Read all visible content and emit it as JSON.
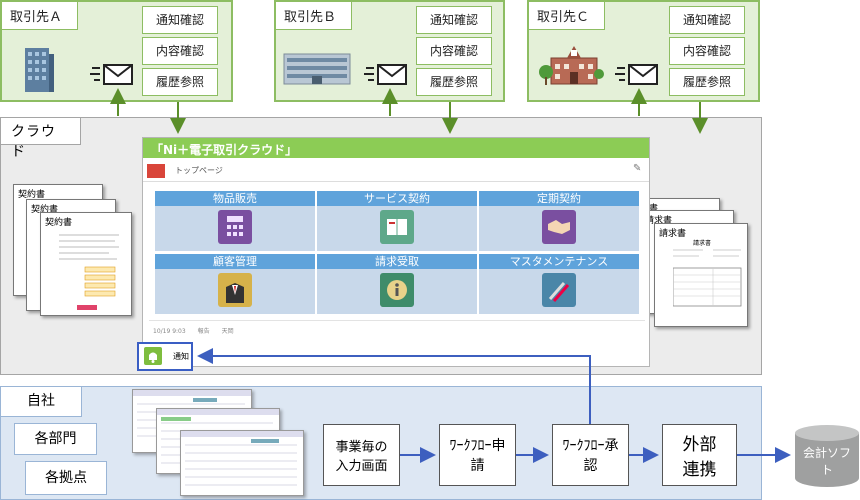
{
  "partners": [
    {
      "name": "取引先Ａ",
      "buttons": [
        "通知確認",
        "内容確認",
        "履歴参照"
      ]
    },
    {
      "name": "取引先Ｂ",
      "buttons": [
        "通知確認",
        "内容確認",
        "履歴参照"
      ]
    },
    {
      "name": "取引先Ｃ",
      "buttons": [
        "通知確認",
        "内容確認",
        "履歴参照"
      ]
    }
  ],
  "cloud": {
    "label": "クラウド",
    "app_title": "「Ni＋電子取引クラウド」",
    "breadcrumb": "トップページ",
    "tiles": [
      "物品販売",
      "サービス契約",
      "定期契約",
      "顧客管理",
      "請求受取",
      "マスタメンテナンス"
    ],
    "footer": "10/19 9:03　　報告　　天岡",
    "notify_label": "通知",
    "contract_docs": [
      "契約書",
      "契約書",
      "契約書"
    ],
    "invoice_docs": [
      "請求書",
      "請求書",
      "請求書"
    ],
    "invoice_heading": "請求書"
  },
  "self": {
    "labels": [
      "自社",
      "各部門",
      "各拠点"
    ],
    "flow": [
      "事業毎の入力画面",
      "ﾜｰｸﾌﾛｰ申請",
      "ﾜｰｸﾌﾛｰ承認",
      "外部連携"
    ],
    "accounting": "会計ソフト"
  },
  "colors": {
    "partner_bg": "#e4f0d8",
    "partner_border": "#8dbd62",
    "cloud_bg": "#ececec",
    "self_bg": "#dde7f3",
    "arrow_green": "#5b8f2a",
    "arrow_blue": "#3d5fbf",
    "tile_header": "#5fa3db"
  }
}
